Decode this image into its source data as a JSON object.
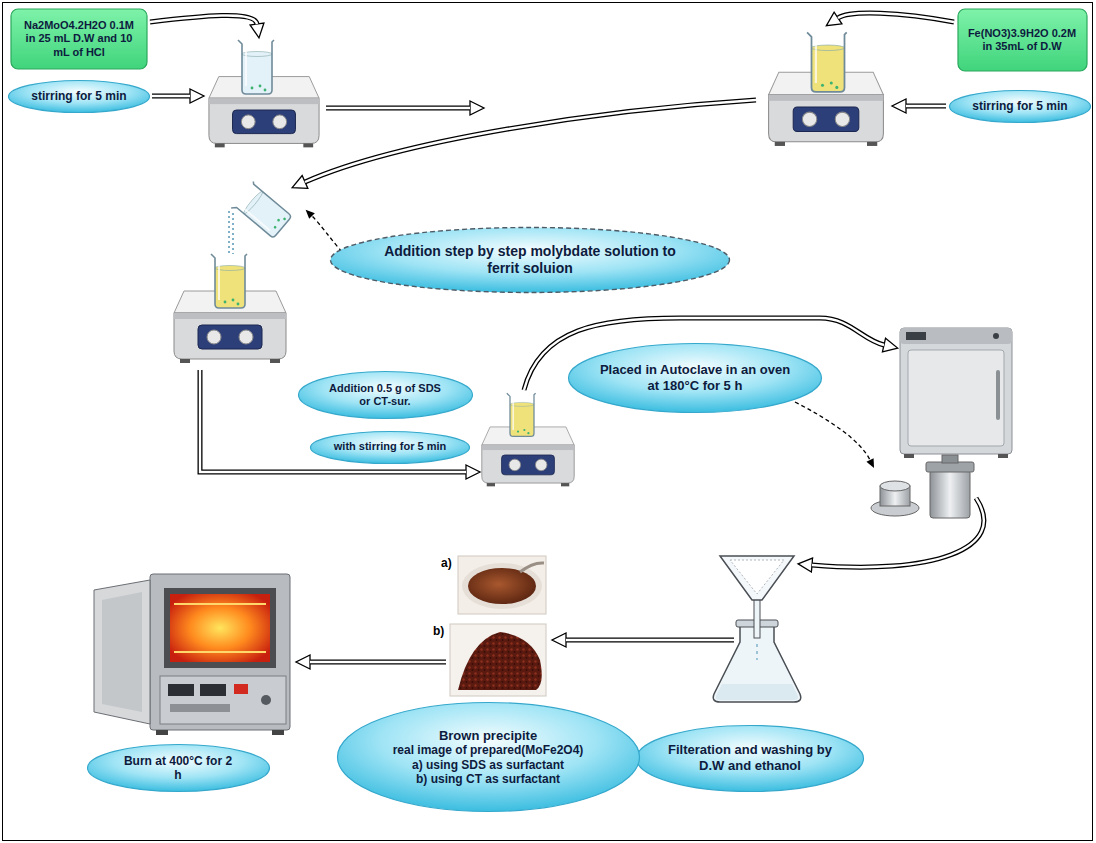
{
  "diagram": {
    "nodes": [
      {
        "text": [
          "Na2MoO4.2H2O 0.1M in 25 mL D.W and 10 mL of HCl"
        ]
      },
      {
        "text": [
          "stirring for 5 min"
        ]
      },
      {
        "text": [
          "Fe(NO3)3.9H2O 0.2M in 35mL of D.W"
        ]
      },
      {
        "text": [
          "stirring for 5 min"
        ]
      },
      {
        "text": [
          "Addition step by step molybdate solution to ferrit soluion"
        ]
      },
      {
        "text": [
          "Addition 0.5 g of SDS or CT-sur."
        ]
      },
      {
        "text": [
          "with stirring for 5 min"
        ]
      },
      {
        "text": [
          "Placed in Autoclave in an oven at 180°C for 5 h"
        ]
      },
      {
        "text": [
          "Filteration and washing by D.W and ethanol"
        ]
      },
      {
        "text": [
          "Brown precipite",
          "real image of prepared(MoFe2O4)",
          "a) using SDS as surfactant",
          "b) using CT as surfactant"
        ]
      },
      {
        "text": [
          "Burn at 400°C for 2 h"
        ]
      }
    ],
    "labels": [
      "a)",
      "b)"
    ]
  }
}
